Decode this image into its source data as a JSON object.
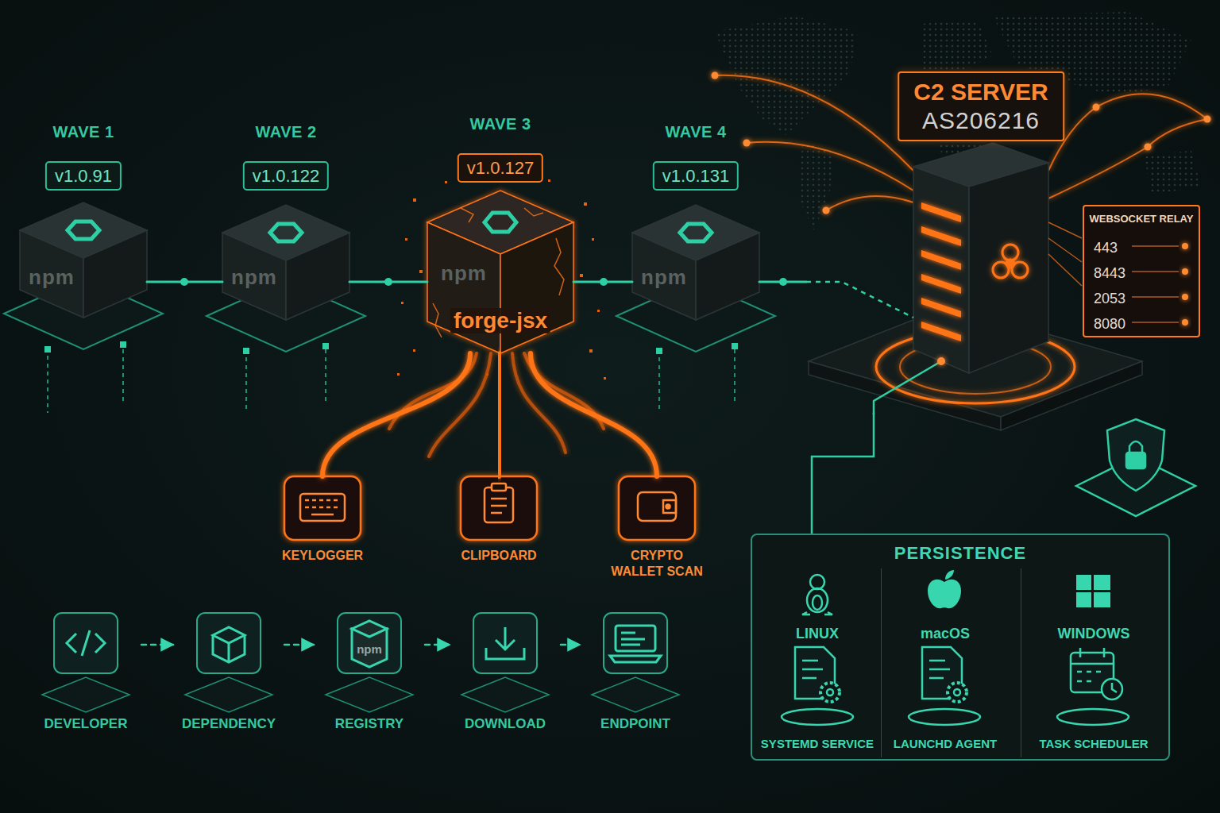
{
  "diagram": {
    "nodes": [
      {
        "text": [
          "WAVE 1",
          "v1.0.91",
          "npm"
        ]
      },
      {
        "text": [
          "WAVE 2",
          "v1.0.122",
          "npm"
        ]
      },
      {
        "text": [
          "WAVE 3",
          "v1.0.127",
          "npm",
          "forge-jsx"
        ]
      },
      {
        "text": [
          "WAVE 4",
          "v1.0.131",
          "npm"
        ]
      },
      {
        "text": [
          "C2 SERVER",
          "AS206216"
        ]
      },
      {
        "text": [
          "WEBSOCKET RELAY",
          "443",
          "8443",
          "2053",
          "8080"
        ]
      },
      {
        "text": [
          "KEYLOGGER"
        ]
      },
      {
        "text": [
          "CLIPBOARD"
        ]
      },
      {
        "text": [
          "CRYPTO WALLET SCAN"
        ]
      },
      {
        "text": [
          "PERSISTENCE"
        ]
      },
      {
        "text": [
          "LINUX",
          "SYSTEMD SERVICE"
        ],
        "in": 9
      },
      {
        "text": [
          "macOS",
          "LAUNCHD AGENT"
        ],
        "in": 9
      },
      {
        "text": [
          "WINDOWS",
          "TASK SCHEDULER"
        ],
        "in": 9
      },
      {
        "text": [
          "DEVELOPER"
        ]
      },
      {
        "text": [
          "DEPENDENCY"
        ]
      },
      {
        "text": [
          "npm",
          "REGISTRY"
        ]
      },
      {
        "text": [
          "DOWNLOAD"
        ]
      },
      {
        "text": [
          "ENDPOINT"
        ]
      }
    ],
    "edges": [
      {
        "from": 0,
        "to": 1,
        "arrow": "none"
      },
      {
        "from": 1,
        "to": 2,
        "arrow": "none"
      },
      {
        "from": 2,
        "to": 3,
        "arrow": "none"
      },
      {
        "from": 3,
        "to": 4,
        "arrow": "none"
      },
      {
        "from": 2,
        "to": 6,
        "arrow": "none"
      },
      {
        "from": 2,
        "to": 7,
        "arrow": "none"
      },
      {
        "from": 2,
        "to": 8,
        "arrow": "none"
      },
      {
        "from": 4,
        "to": 9,
        "arrow": "none"
      },
      {
        "from": 13,
        "to": 14,
        "arrow": "to"
      },
      {
        "from": 14,
        "to": 15,
        "arrow": "to"
      },
      {
        "from": 15,
        "to": 16,
        "arrow": "to"
      },
      {
        "from": 16,
        "to": 17,
        "arrow": "to"
      }
    ]
  }
}
